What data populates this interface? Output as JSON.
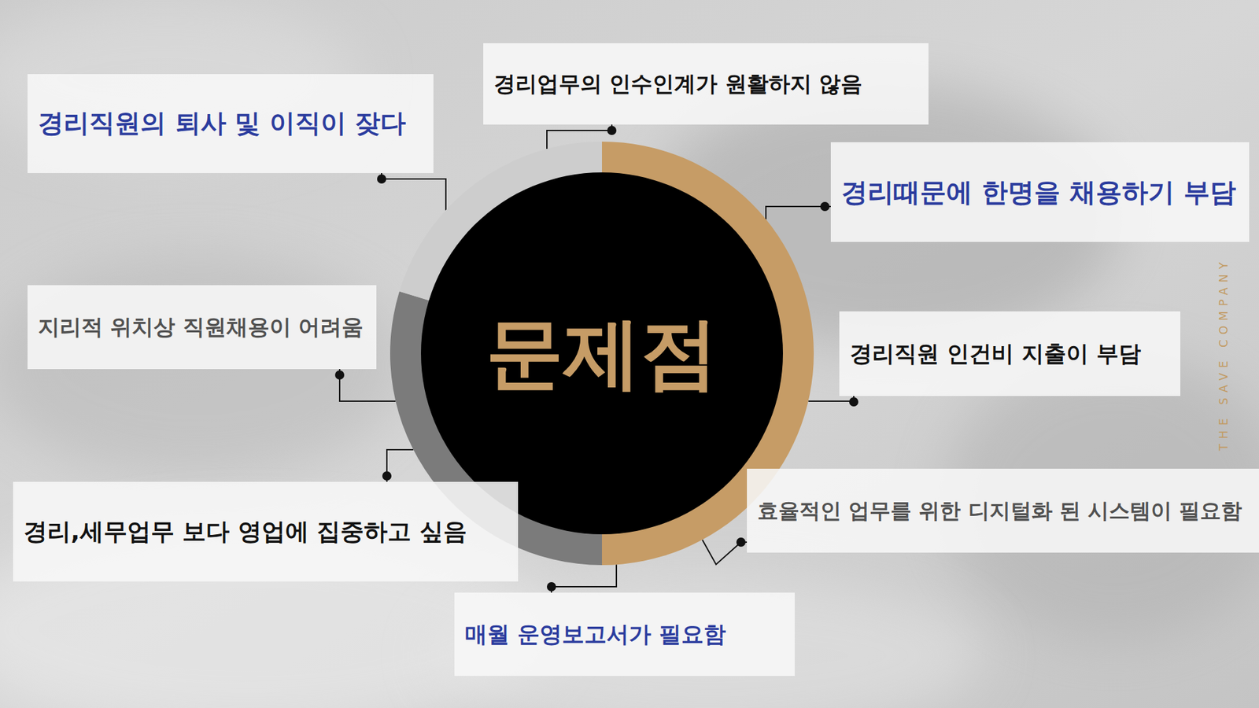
{
  "diagram": {
    "nodes": [
      {
        "text": [
          "문제점"
        ]
      },
      {
        "text": [
          "경리직원의 퇴사 및 이직이 잦다"
        ]
      },
      {
        "text": [
          "경리업무의 인수인계가 원활하지 않음"
        ]
      },
      {
        "text": [
          "경리때문에 한명을 채용하기 부담"
        ]
      },
      {
        "text": [
          "지리적 위치상 직원채용이 어려움"
        ]
      },
      {
        "text": [
          "경리직원 인건비 지출이 부담"
        ]
      },
      {
        "text": [
          "경리,세무업무 보다 영업에 집중하고 싶음"
        ]
      },
      {
        "text": [
          "효율적인 업무를 위한 디지털화 된 시스템이 필요함"
        ]
      },
      {
        "text": [
          "매월 운영보고서가 필요함"
        ]
      }
    ],
    "edges": [
      {
        "from": 1,
        "to": 0,
        "arrow": "none"
      },
      {
        "from": 2,
        "to": 0,
        "arrow": "none"
      },
      {
        "from": 3,
        "to": 0,
        "arrow": "none"
      },
      {
        "from": 4,
        "to": 0,
        "arrow": "none"
      },
      {
        "from": 5,
        "to": 0,
        "arrow": "none"
      },
      {
        "from": 6,
        "to": 0,
        "arrow": "none"
      },
      {
        "from": 7,
        "to": 0,
        "arrow": "none"
      },
      {
        "from": 8,
        "to": 0,
        "arrow": "none"
      }
    ],
    "labels": [
      "THE SAVE COMPANY"
    ]
  }
}
